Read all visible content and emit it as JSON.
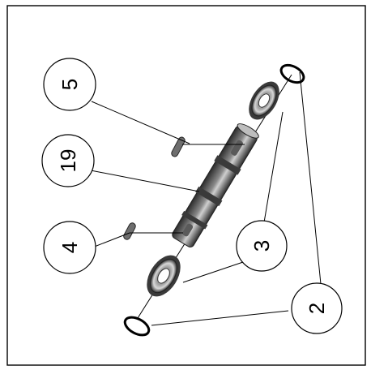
{
  "drawing": {
    "balloons": [
      {
        "id": "balloon-5",
        "label": "5"
      },
      {
        "id": "balloon-19",
        "label": "19"
      },
      {
        "id": "balloon-4",
        "label": "4"
      },
      {
        "id": "balloon-3",
        "label": "3"
      },
      {
        "id": "balloon-2",
        "label": "2"
      }
    ],
    "colors": {
      "line": "#000000",
      "part_dark": "#3a3a3a",
      "part_mid": "#6e6e6e",
      "part_light": "#bdbdbd",
      "background": "#ffffff"
    }
  }
}
